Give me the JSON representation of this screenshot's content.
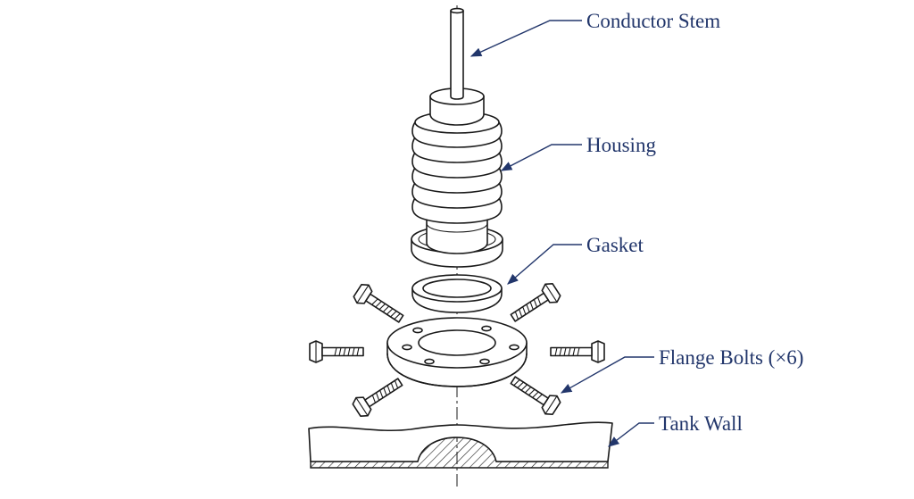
{
  "callouts": [
    {
      "id": "conductor-stem",
      "label": "Conductor Stem",
      "icon": "conductor-stem-part"
    },
    {
      "id": "housing",
      "label": "Housing",
      "icon": "ribbed-housing-part"
    },
    {
      "id": "gasket",
      "label": "Gasket",
      "icon": "gasket-ring-part"
    },
    {
      "id": "flange-bolts",
      "label": "Flange Bolts (×6)",
      "icon": "hex-bolt-part"
    },
    {
      "id": "tank-wall",
      "label": "Tank Wall",
      "icon": "tank-wall-part"
    }
  ],
  "colors": {
    "label": "#22366b",
    "leader": "#22366b",
    "ink": "#1a1a1a",
    "background": "#ffffff"
  }
}
